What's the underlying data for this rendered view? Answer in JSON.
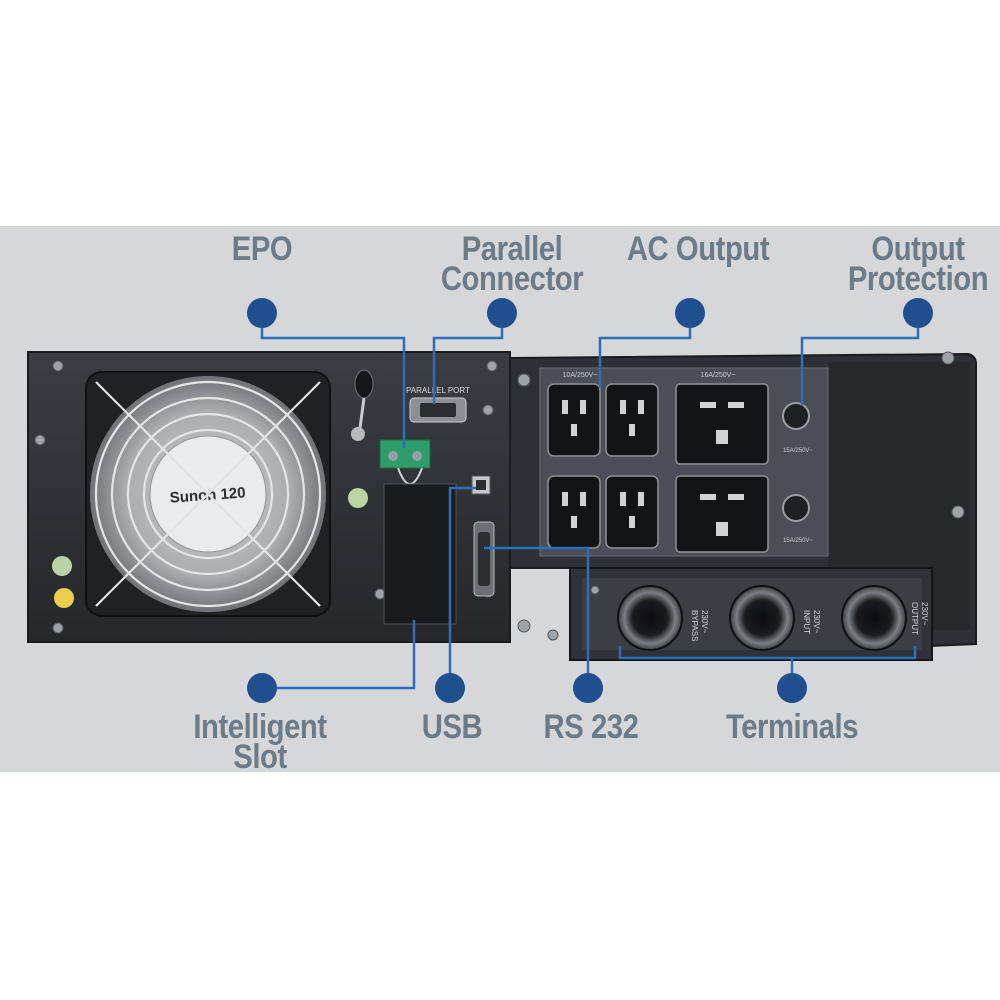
{
  "diagram": {
    "labels": {
      "epo": "EPO",
      "parallel_connector": [
        "Parallel",
        "Connector"
      ],
      "ac_output": "AC Output",
      "output_protection": [
        "Output",
        "Protection"
      ],
      "intelligent_slot": [
        "Intelligent",
        "Slot"
      ],
      "usb": "USB",
      "rs232": "RS 232",
      "terminals": "Terminals"
    },
    "device": {
      "fan_brand": "Sunon 120",
      "parallel_port": "PARALLEL PORT",
      "outlet_rating_left": "10A/250V~",
      "outlet_rating_right": "16A/250V~",
      "breaker_rating": "15A/250V~",
      "terminal_bypass": [
        "BYPASS",
        "230V~"
      ],
      "terminal_input": [
        "INPUT",
        "230V~"
      ],
      "terminal_output": [
        "OUTPUT",
        "230V~"
      ]
    },
    "colors": {
      "background_band": "#d6d7d9",
      "label_text": "#6c7b88",
      "callout": "#1f4f8f"
    }
  }
}
